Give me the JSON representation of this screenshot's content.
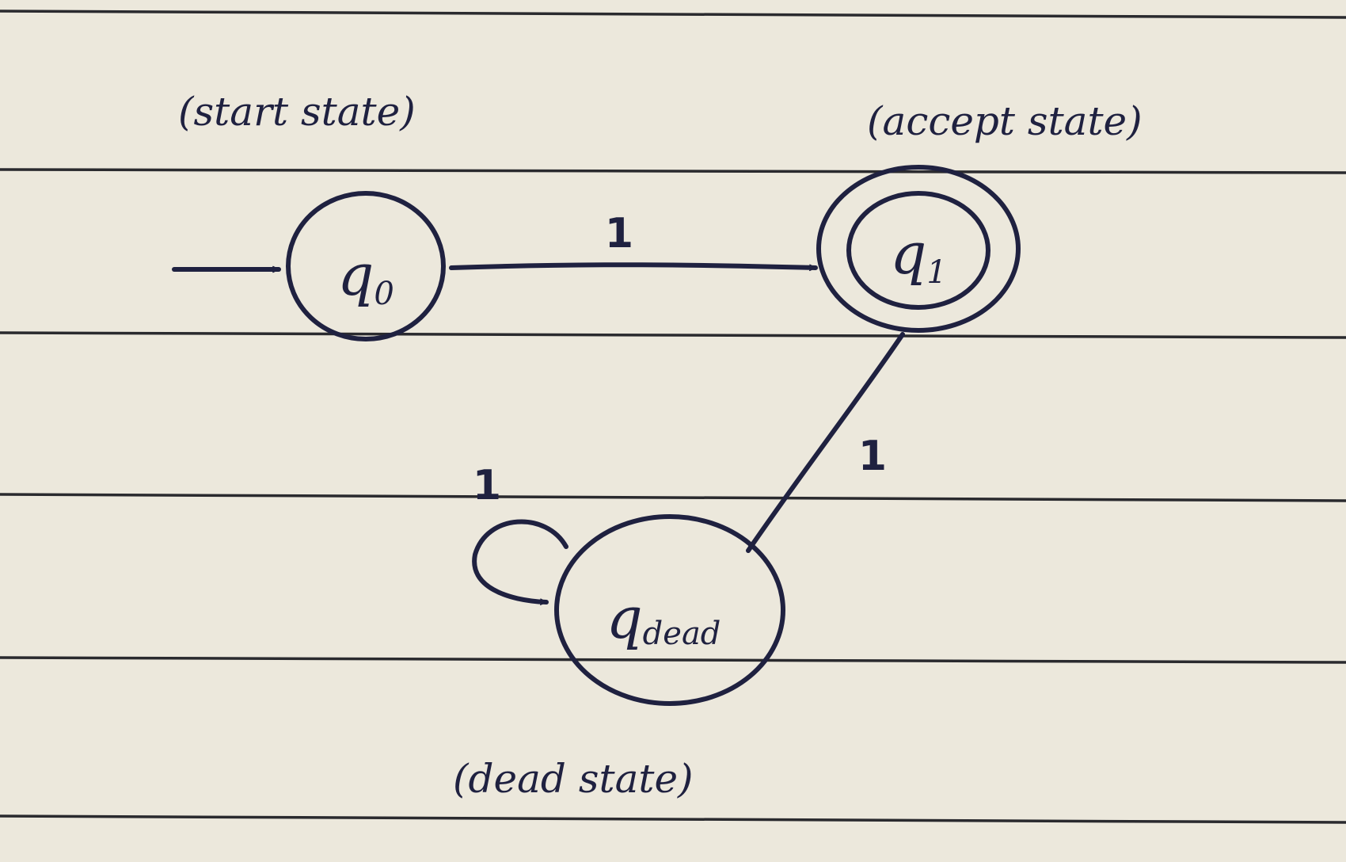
{
  "diagram": {
    "states": [
      {
        "id": "q0",
        "label": "q",
        "subscript": "0",
        "caption": "(start state)",
        "start": true,
        "accepting": false
      },
      {
        "id": "q1",
        "label": "q",
        "subscript": "1",
        "caption": "(accept state)",
        "start": false,
        "accepting": true
      },
      {
        "id": "qdead",
        "label": "q",
        "subscript": "dead",
        "caption": "(dead state)",
        "start": false,
        "accepting": false
      }
    ],
    "transitions": [
      {
        "from": "q0",
        "to": "q1",
        "symbol": "1"
      },
      {
        "from": "q1",
        "to": "qdead",
        "symbol": "1"
      },
      {
        "from": "qdead",
        "to": "qdead",
        "symbol": "1"
      }
    ]
  },
  "colors": {
    "ink": "#1f2140",
    "paper": "#ece8dc",
    "rule_lines": "#2a2a2e"
  }
}
